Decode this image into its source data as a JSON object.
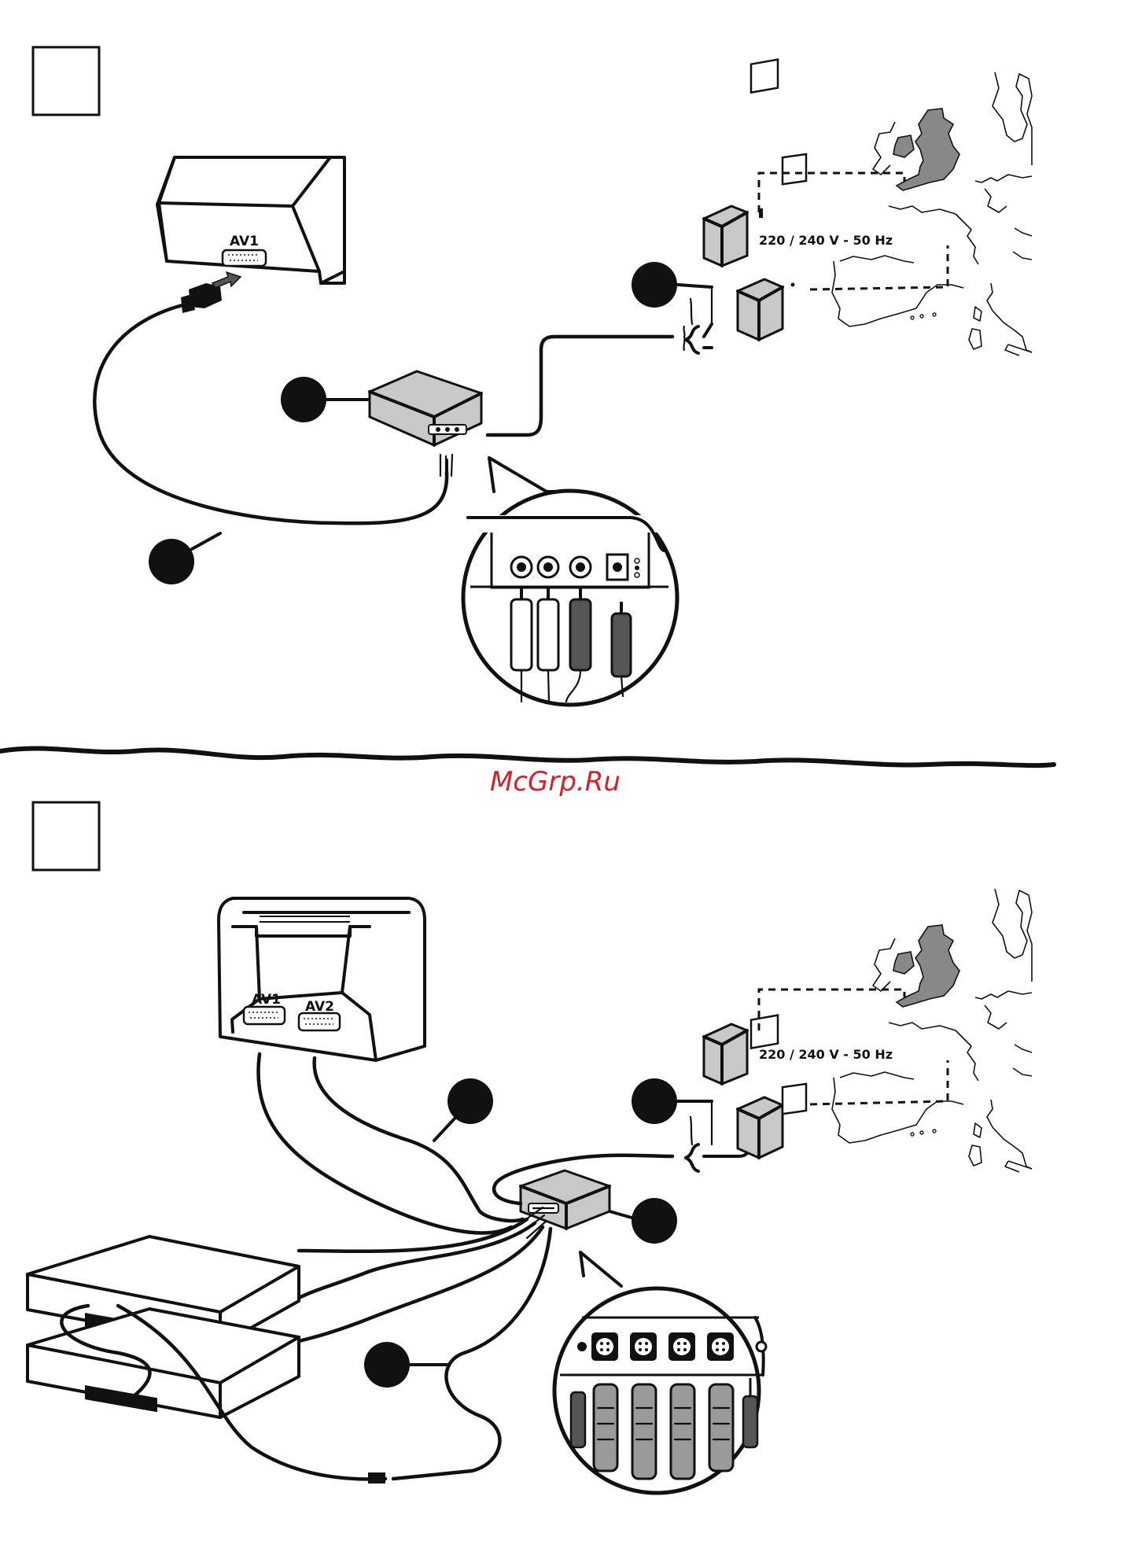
{
  "labels": {
    "av1_top": "AV1",
    "av1_bottom": "AV1",
    "av2_bottom": "AV2",
    "voltage_top": "220 / 240 V - 50 Hz",
    "voltage_bottom": "220 / 240 V - 50 Hz"
  },
  "watermark": "McGrp.Ru",
  "colors": {
    "ink": "#111111",
    "map_highlight": "#888888",
    "watermark": "#d51f2a"
  }
}
